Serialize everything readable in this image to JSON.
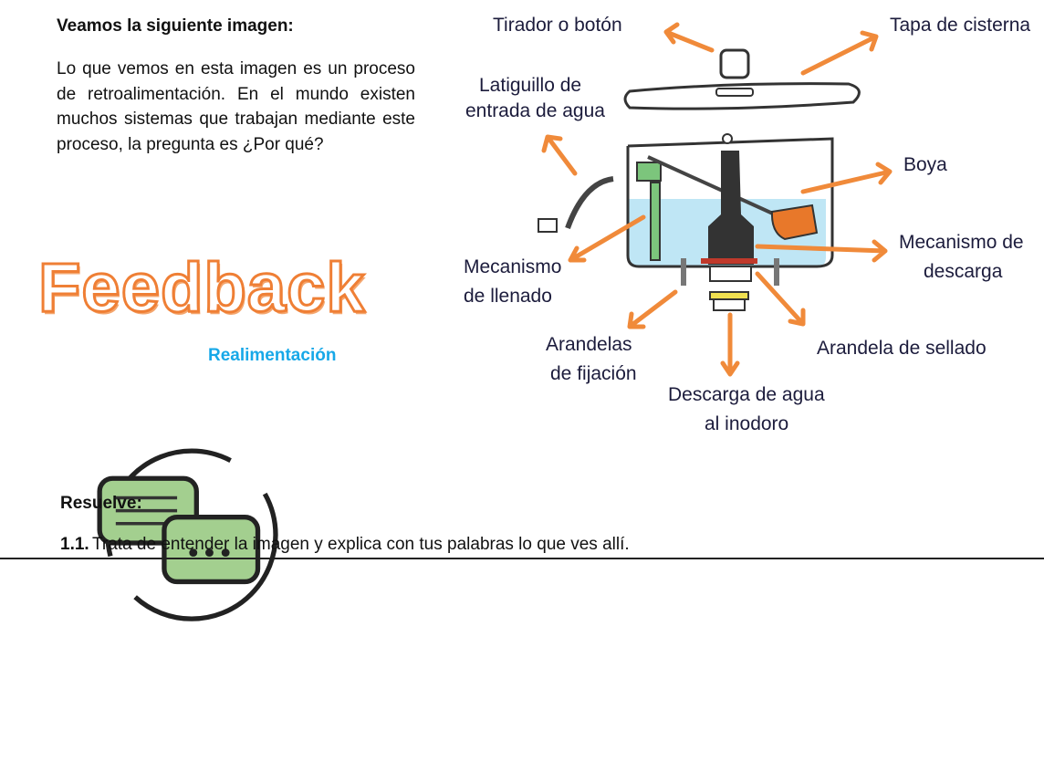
{
  "intro": {
    "title": "Veamos la siguiente imagen:",
    "paragraph": "Lo que vemos en esta imagen es un proceso de retroalimentación. En el mundo existen muchos sistemas que trabajan mediante este proceso, la pregunta es ¿Por qué?"
  },
  "feedback_graphic": {
    "word": "Feedback",
    "subtitle": "Realimentación"
  },
  "diagram": {
    "labels": {
      "tirador": "Tirador o botón",
      "tapa": "Tapa de cisterna",
      "latiguillo_1": "Latiguillo de",
      "latiguillo_2": "entrada de agua",
      "boya": "Boya",
      "mec_descarga_1": "Mecanismo de",
      "mec_descarga_2": "descarga",
      "mec_llenado_1": "Mecanismo",
      "mec_llenado_2": "de llenado",
      "arandelas_1": "Arandelas",
      "arandelas_2": "de fijación",
      "arandela_sellado": "Arandela de sellado",
      "descarga_1": "Descarga de agua",
      "descarga_2": "al inodoro"
    },
    "colors": {
      "arrow": "#f08a3a",
      "water": "#bfe6f5",
      "float": "#e8782a"
    }
  },
  "exercise": {
    "heading": "Resuelve:",
    "number": "1.1.",
    "question": "Trata de entender la imagen y explica con tus palabras lo que ves allí."
  }
}
